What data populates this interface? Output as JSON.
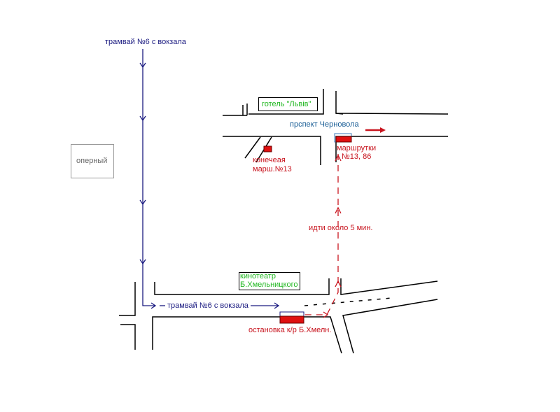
{
  "labels": {
    "tram_top": "трамвай №6 с вокзала",
    "tram_bottom": "трамвай №6 с вокзала",
    "opera": "оперный",
    "hotel": "готель \"Львів\"",
    "avenue": "прспект Черновола",
    "terminal_line1": "конечеая",
    "terminal_line2": "марш.№13",
    "minibus_line1": "маршрутки",
    "minibus_line2": "№13, 86",
    "walk": "идти около 5 мин.",
    "cinema_line1": "кинотеатр",
    "cinema_line2": "Б.Хмельницкого",
    "stop": "остановка к/р Б.Хмелн."
  },
  "colors": {
    "tram": "#1a1a80",
    "route": "#c8141e",
    "landmark": "#22b822",
    "street": "#1a5e96"
  }
}
